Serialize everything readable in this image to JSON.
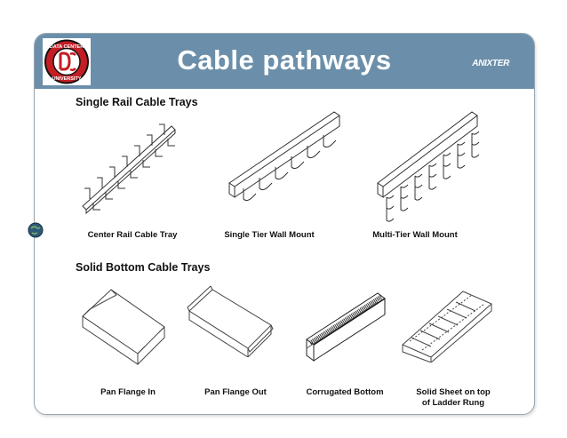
{
  "slide": {
    "title": "Cable pathways",
    "brand": "ANIXTER",
    "logo": {
      "top_text": "DATA CENTER",
      "bottom_text": "UNIVERSITY",
      "monogram": "DC",
      "icon": "data-center-university-seal"
    },
    "colors": {
      "header": "#6b8faa",
      "logo_red": "#c41e24",
      "title_text": "#ffffff"
    }
  },
  "sections": {
    "single_rail": {
      "title": "Single Rail Cable Trays",
      "items": [
        {
          "label": "Center Rail Cable Tray",
          "icon": "center-rail-tray-drawing"
        },
        {
          "label": "Single Tier Wall Mount",
          "icon": "single-tier-wall-mount-drawing"
        },
        {
          "label": "Multi-Tier Wall Mount",
          "icon": "multi-tier-wall-mount-drawing"
        }
      ]
    },
    "solid_bottom": {
      "title": "Solid Bottom Cable Trays",
      "items": [
        {
          "label": "Pan Flange In",
          "icon": "pan-flange-in-drawing"
        },
        {
          "label": "Pan Flange Out",
          "icon": "pan-flange-out-drawing"
        },
        {
          "label": "Corrugated Bottom",
          "icon": "corrugated-bottom-drawing"
        },
        {
          "label": "Solid Sheet on top\nof  Ladder Rung",
          "icon": "ladder-rung-drawing"
        }
      ]
    }
  }
}
